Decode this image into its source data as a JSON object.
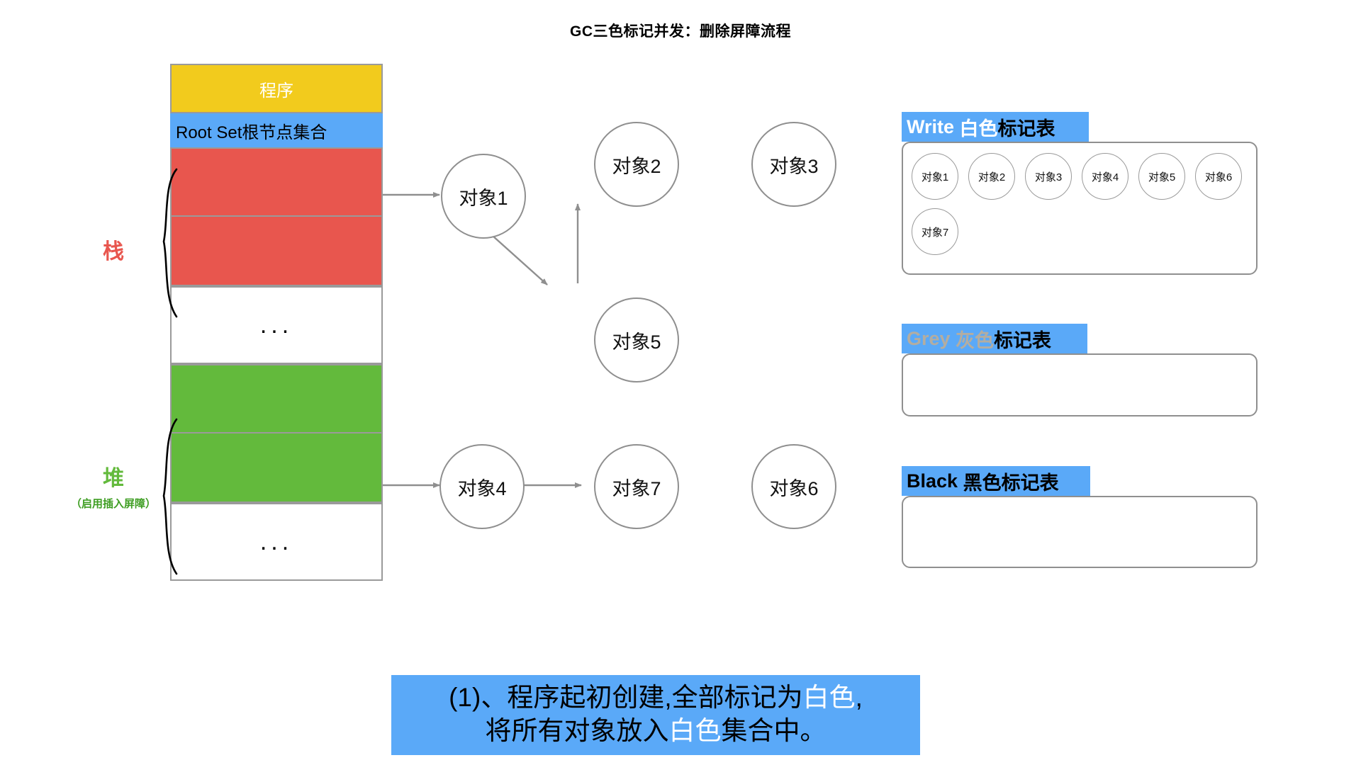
{
  "title": "GC三色标记并发：删除屏障流程",
  "memory": {
    "program_label": "程序",
    "root_set_label": "Root Set根节点集合",
    "ellipsis": "...",
    "stack_label": "栈",
    "heap_label": "堆",
    "heap_sub_label": "（启用插入屏障）"
  },
  "graph": {
    "nodes": [
      {
        "id": "obj1",
        "label": "对象1"
      },
      {
        "id": "obj2",
        "label": "对象2"
      },
      {
        "id": "obj3",
        "label": "对象3"
      },
      {
        "id": "obj5",
        "label": "对象5"
      },
      {
        "id": "obj4",
        "label": "对象4"
      },
      {
        "id": "obj7",
        "label": "对象7"
      },
      {
        "id": "obj6",
        "label": "对象6"
      }
    ],
    "edges": [
      {
        "from": "root-stack-1",
        "to": "obj1"
      },
      {
        "from": "obj1",
        "to": "obj5"
      },
      {
        "from": "obj5",
        "to": "obj2"
      },
      {
        "from": "obj2",
        "to": "obj3"
      },
      {
        "from": "heap-green-2",
        "to": "obj4"
      },
      {
        "from": "obj4",
        "to": "obj7"
      }
    ]
  },
  "tables": [
    {
      "id": "white",
      "en": "Write",
      "cn_colored": "白色",
      "cn_tail": "标记表",
      "style": "white",
      "items": [
        "对象1",
        "对象2",
        "对象3",
        "对象4",
        "对象5",
        "对象6",
        "对象7"
      ]
    },
    {
      "id": "grey",
      "en": "Grey",
      "cn_colored": "灰色",
      "cn_tail": "标记表",
      "style": "grey",
      "items": []
    },
    {
      "id": "black",
      "en": "Black",
      "cn_colored": "黑色",
      "cn_tail": "标记表",
      "style": "black",
      "items": []
    }
  ],
  "caption": {
    "line1_a": "(1)、程序起初创建,全部标记为",
    "line1_hl": "白色",
    "line1_b": ",",
    "line2_a": "将所有对象放入",
    "line2_hl": "白色",
    "line2_b": "集合中。"
  },
  "colors": {
    "accent_blue": "#5aa9f8",
    "program_yellow": "#f2cb1d",
    "stack_red": "#e8564e",
    "heap_green": "#63ba3c",
    "stroke_grey": "#8f8f8f"
  }
}
